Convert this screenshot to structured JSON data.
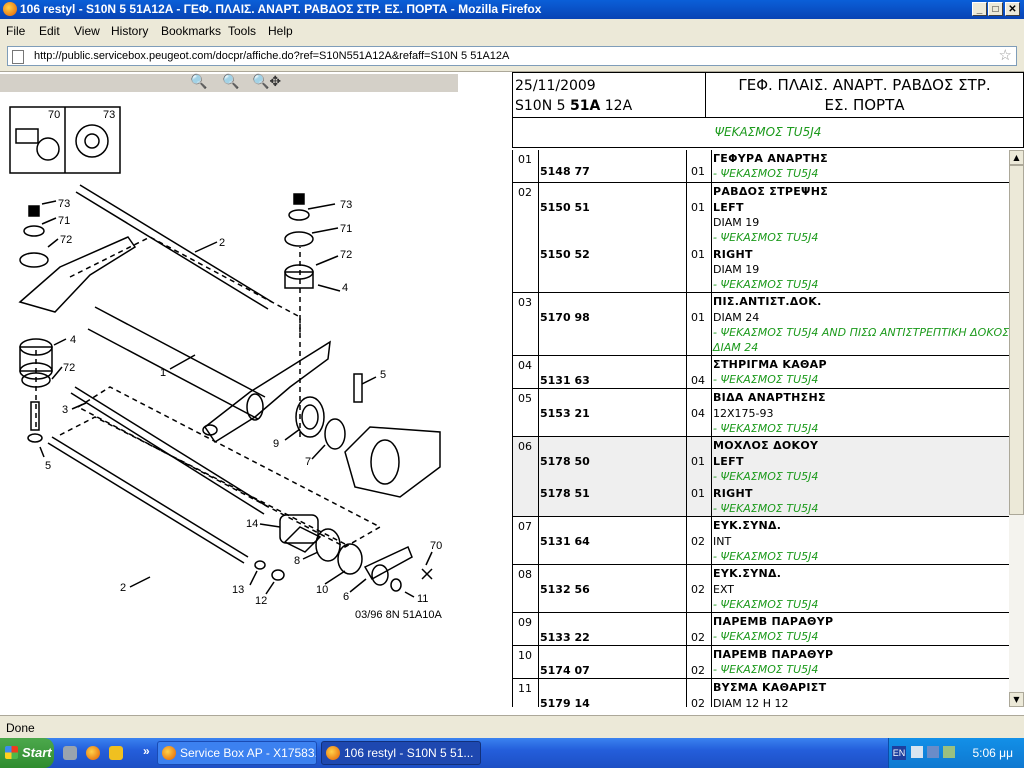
{
  "window": {
    "title": "106 restyl - S10N 5 51A12A - ΓΕΦ. ΠΛΑΙΣ. ΑΝΑΡΤ. ΡΑΒΔΟΣ ΣΤΡ. ΕΣ. ΠΟΡΤΑ - Mozilla Firefox",
    "minimize": "_",
    "maximize": "□",
    "close": "✕"
  },
  "menu": [
    "File",
    "Edit",
    "View",
    "History",
    "Bookmarks",
    "Tools",
    "Help"
  ],
  "address": {
    "url": "http://public.servicebox.peugeot.com/docpr/affiche.do?ref=S10N551A12A&refaff=S10N  5 51A12A"
  },
  "drawing": {
    "ref": "03/96 8N 51A10A",
    "box_left": "70",
    "box_right": "73",
    "labels": [
      {
        "t": "73"
      },
      {
        "t": "71"
      },
      {
        "t": "72"
      },
      {
        "t": "4"
      },
      {
        "t": "72"
      },
      {
        "t": "5"
      },
      {
        "t": "2"
      },
      {
        "t": "1"
      },
      {
        "t": "3"
      },
      {
        "t": "2"
      },
      {
        "t": "73"
      },
      {
        "t": "71"
      },
      {
        "t": "72"
      },
      {
        "t": "4"
      },
      {
        "t": "5"
      },
      {
        "t": "9"
      },
      {
        "t": "7"
      },
      {
        "t": "14"
      },
      {
        "t": "8"
      },
      {
        "t": "13"
      },
      {
        "t": "12"
      },
      {
        "t": "10"
      },
      {
        "t": "6"
      },
      {
        "t": "11"
      },
      {
        "t": "70"
      }
    ]
  },
  "header": {
    "date": "25/11/2009",
    "ref_prefix": "S10N 5 ",
    "ref_bold": "51A",
    "ref_suffix": " 12A",
    "title_line1": "ΓΕΦ. ΠΛΑΙΣ. ΑΝΑΡΤ. ΡΑΒΔΟΣ ΣΤΡ.",
    "title_line2": "ΕΣ. ΠΟΡΤΑ",
    "subtitle": "ΨΕΚΑΣΜΟΣ TU5J4"
  },
  "rows": [
    {
      "num": "01",
      "h": 33,
      "shaded": false,
      "parts": [
        {
          "pn": "5148 77",
          "qty": "01",
          "y": 15
        }
      ],
      "desc": [
        {
          "t": "ΓΕΦΥΡΑ ΑΝΑΡΤΗΣ",
          "c": "nm",
          "y": 2
        },
        {
          "t": "- ΨΕΚΑΣΜΟΣ TU5J4",
          "c": "gr",
          "y": 17
        }
      ]
    },
    {
      "num": "02",
      "h": 110,
      "shaded": false,
      "parts": [
        {
          "pn": "5150 51",
          "qty": "01",
          "y": 18
        },
        {
          "pn": "5150 52",
          "qty": "01",
          "y": 65
        }
      ],
      "desc": [
        {
          "t": "ΡΑΒΔΟΣ ΣΤΡΕΨΗΣ",
          "c": "nm",
          "y": 2
        },
        {
          "t": "LEFT",
          "c": "nm",
          "y": 18
        },
        {
          "t": "DIAM 19",
          "c": "",
          "y": 33
        },
        {
          "t": "- ΨΕΚΑΣΜΟΣ TU5J4",
          "c": "gr",
          "y": 48
        },
        {
          "t": "RIGHT",
          "c": "nm",
          "y": 65
        },
        {
          "t": "DIAM 19",
          "c": "",
          "y": 80
        },
        {
          "t": "- ΨΕΚΑΣΜΟΣ TU5J4",
          "c": "gr",
          "y": 95
        }
      ]
    },
    {
      "num": "03",
      "h": 63,
      "shaded": false,
      "parts": [
        {
          "pn": "5170 98",
          "qty": "01",
          "y": 18
        }
      ],
      "desc": [
        {
          "t": "ΠΙΣ.ΑΝΤΙΣΤ.ΔΟΚ.",
          "c": "nm",
          "y": 2
        },
        {
          "t": "DIAM 24",
          "c": "",
          "y": 18
        },
        {
          "t": "- ΨΕΚΑΣΜΟΣ TU5J4 AND ΠΙΣΩ ΑΝΤΙΣΤΡΕΠΤΙΚΗ ΔΟΚΟΣ",
          "c": "gr",
          "y": 33
        },
        {
          "t": "ΔΙΑΜ 24",
          "c": "gr",
          "y": 48
        }
      ]
    },
    {
      "num": "04",
      "h": 33,
      "shaded": false,
      "parts": [
        {
          "pn": "5131 63",
          "qty": "04",
          "y": 18
        }
      ],
      "desc": [
        {
          "t": "ΣΤΗΡΙΓΜΑ ΚΑΘΑΡ",
          "c": "nm",
          "y": 2
        },
        {
          "t": "- ΨΕΚΑΣΜΟΣ TU5J4",
          "c": "gr",
          "y": 17
        }
      ]
    },
    {
      "num": "05",
      "h": 48,
      "shaded": false,
      "parts": [
        {
          "pn": "5153 21",
          "qty": "04",
          "y": 18
        }
      ],
      "desc": [
        {
          "t": "ΒΙΔΑ ΑΝΑΡΤΗΣΗΣ",
          "c": "nm",
          "y": 2
        },
        {
          "t": "12X175-93",
          "c": "",
          "y": 18
        },
        {
          "t": "- ΨΕΚΑΣΜΟΣ TU5J4",
          "c": "gr",
          "y": 33
        }
      ]
    },
    {
      "num": "06",
      "h": 80,
      "shaded": true,
      "parts": [
        {
          "pn": "5178 50",
          "qty": "01",
          "y": 18
        },
        {
          "pn": "5178 51",
          "qty": "01",
          "y": 50
        }
      ],
      "desc": [
        {
          "t": "ΜΟΧΛΟΣ ΔΟΚΟΥ",
          "c": "nm",
          "y": 2
        },
        {
          "t": "LEFT",
          "c": "nm",
          "y": 18
        },
        {
          "t": "- ΨΕΚΑΣΜΟΣ TU5J4",
          "c": "gr",
          "y": 33
        },
        {
          "t": "RIGHT",
          "c": "nm",
          "y": 50
        },
        {
          "t": "- ΨΕΚΑΣΜΟΣ TU5J4",
          "c": "gr",
          "y": 65
        }
      ]
    },
    {
      "num": "07",
      "h": 48,
      "shaded": false,
      "parts": [
        {
          "pn": "5131 64",
          "qty": "02",
          "y": 18
        }
      ],
      "desc": [
        {
          "t": "ΕΥΚ.ΣΥΝΔ.",
          "c": "nm",
          "y": 2
        },
        {
          "t": "INT",
          "c": "",
          "y": 18
        },
        {
          "t": "- ΨΕΚΑΣΜΟΣ TU5J4",
          "c": "gr",
          "y": 33
        }
      ]
    },
    {
      "num": "08",
      "h": 48,
      "shaded": false,
      "parts": [
        {
          "pn": "5132 56",
          "qty": "02",
          "y": 18
        }
      ],
      "desc": [
        {
          "t": "ΕΥΚ.ΣΥΝΔ.",
          "c": "nm",
          "y": 2
        },
        {
          "t": "EXT",
          "c": "",
          "y": 18
        },
        {
          "t": "- ΨΕΚΑΣΜΟΣ TU5J4",
          "c": "gr",
          "y": 33
        }
      ]
    },
    {
      "num": "09",
      "h": 33,
      "shaded": false,
      "parts": [
        {
          "pn": "5133 22",
          "qty": "02",
          "y": 18
        }
      ],
      "desc": [
        {
          "t": "ΠΑΡΕΜΒ ΠΑΡΑΘΥΡ",
          "c": "nm",
          "y": 2
        },
        {
          "t": "- ΨΕΚΑΣΜΟΣ TU5J4",
          "c": "gr",
          "y": 17
        }
      ]
    },
    {
      "num": "10",
      "h": 33,
      "shaded": false,
      "parts": [
        {
          "pn": "5174 07",
          "qty": "02",
          "y": 18
        }
      ],
      "desc": [
        {
          "t": "ΠΑΡΕΜΒ ΠΑΡΑΘΥΡ",
          "c": "nm",
          "y": 2
        },
        {
          "t": "- ΨΕΚΑΣΜΟΣ TU5J4",
          "c": "gr",
          "y": 17
        }
      ]
    },
    {
      "num": "11",
      "h": 48,
      "shaded": false,
      "parts": [
        {
          "pn": "5179 14",
          "qty": "02",
          "y": 18
        }
      ],
      "desc": [
        {
          "t": "ΒΥΣΜΑ ΚΑΘΑΡΙΣΤ",
          "c": "nm",
          "y": 2
        },
        {
          "t": "DIAM 12 H 12",
          "c": "",
          "y": 18
        }
      ]
    }
  ],
  "status": "Done",
  "taskbar": {
    "start": "Start",
    "more": "»",
    "tasks": [
      "Service Box AP - X17583...",
      "106 restyl - S10N 5 51..."
    ],
    "lang": "EN",
    "clock": "5:06 μμ"
  },
  "colors": {
    "green_text": "#1c9a1c",
    "title_blue": "#0a5fd8"
  }
}
